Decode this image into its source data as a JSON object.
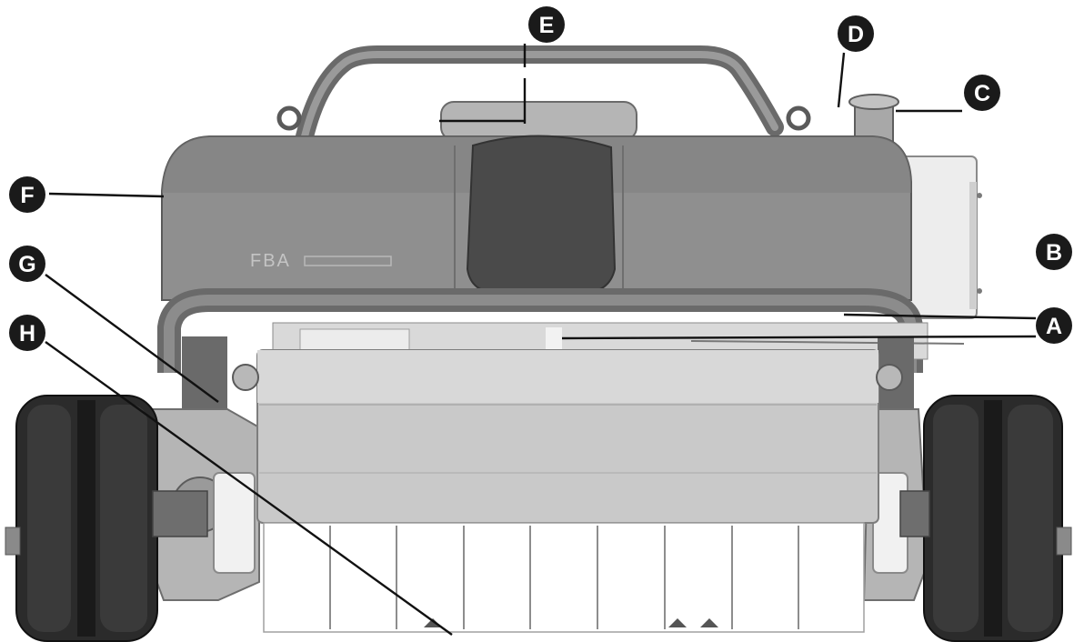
{
  "figure": {
    "machine_brand_text": "FBA",
    "callouts": [
      {
        "id": "A",
        "label": "A"
      },
      {
        "id": "B",
        "label": "B"
      },
      {
        "id": "C",
        "label": "C"
      },
      {
        "id": "D",
        "label": "D"
      },
      {
        "id": "E",
        "label": "E"
      },
      {
        "id": "F",
        "label": "F"
      },
      {
        "id": "G",
        "label": "G"
      },
      {
        "id": "H",
        "label": "H"
      }
    ]
  },
  "colors": {
    "body_gray": "#8f8f8f",
    "dark_gray": "#5a5a5a",
    "tire_black": "#2b2b2b",
    "light_gray": "#c9c9c9",
    "callout_fill": "#1a1a1a"
  }
}
